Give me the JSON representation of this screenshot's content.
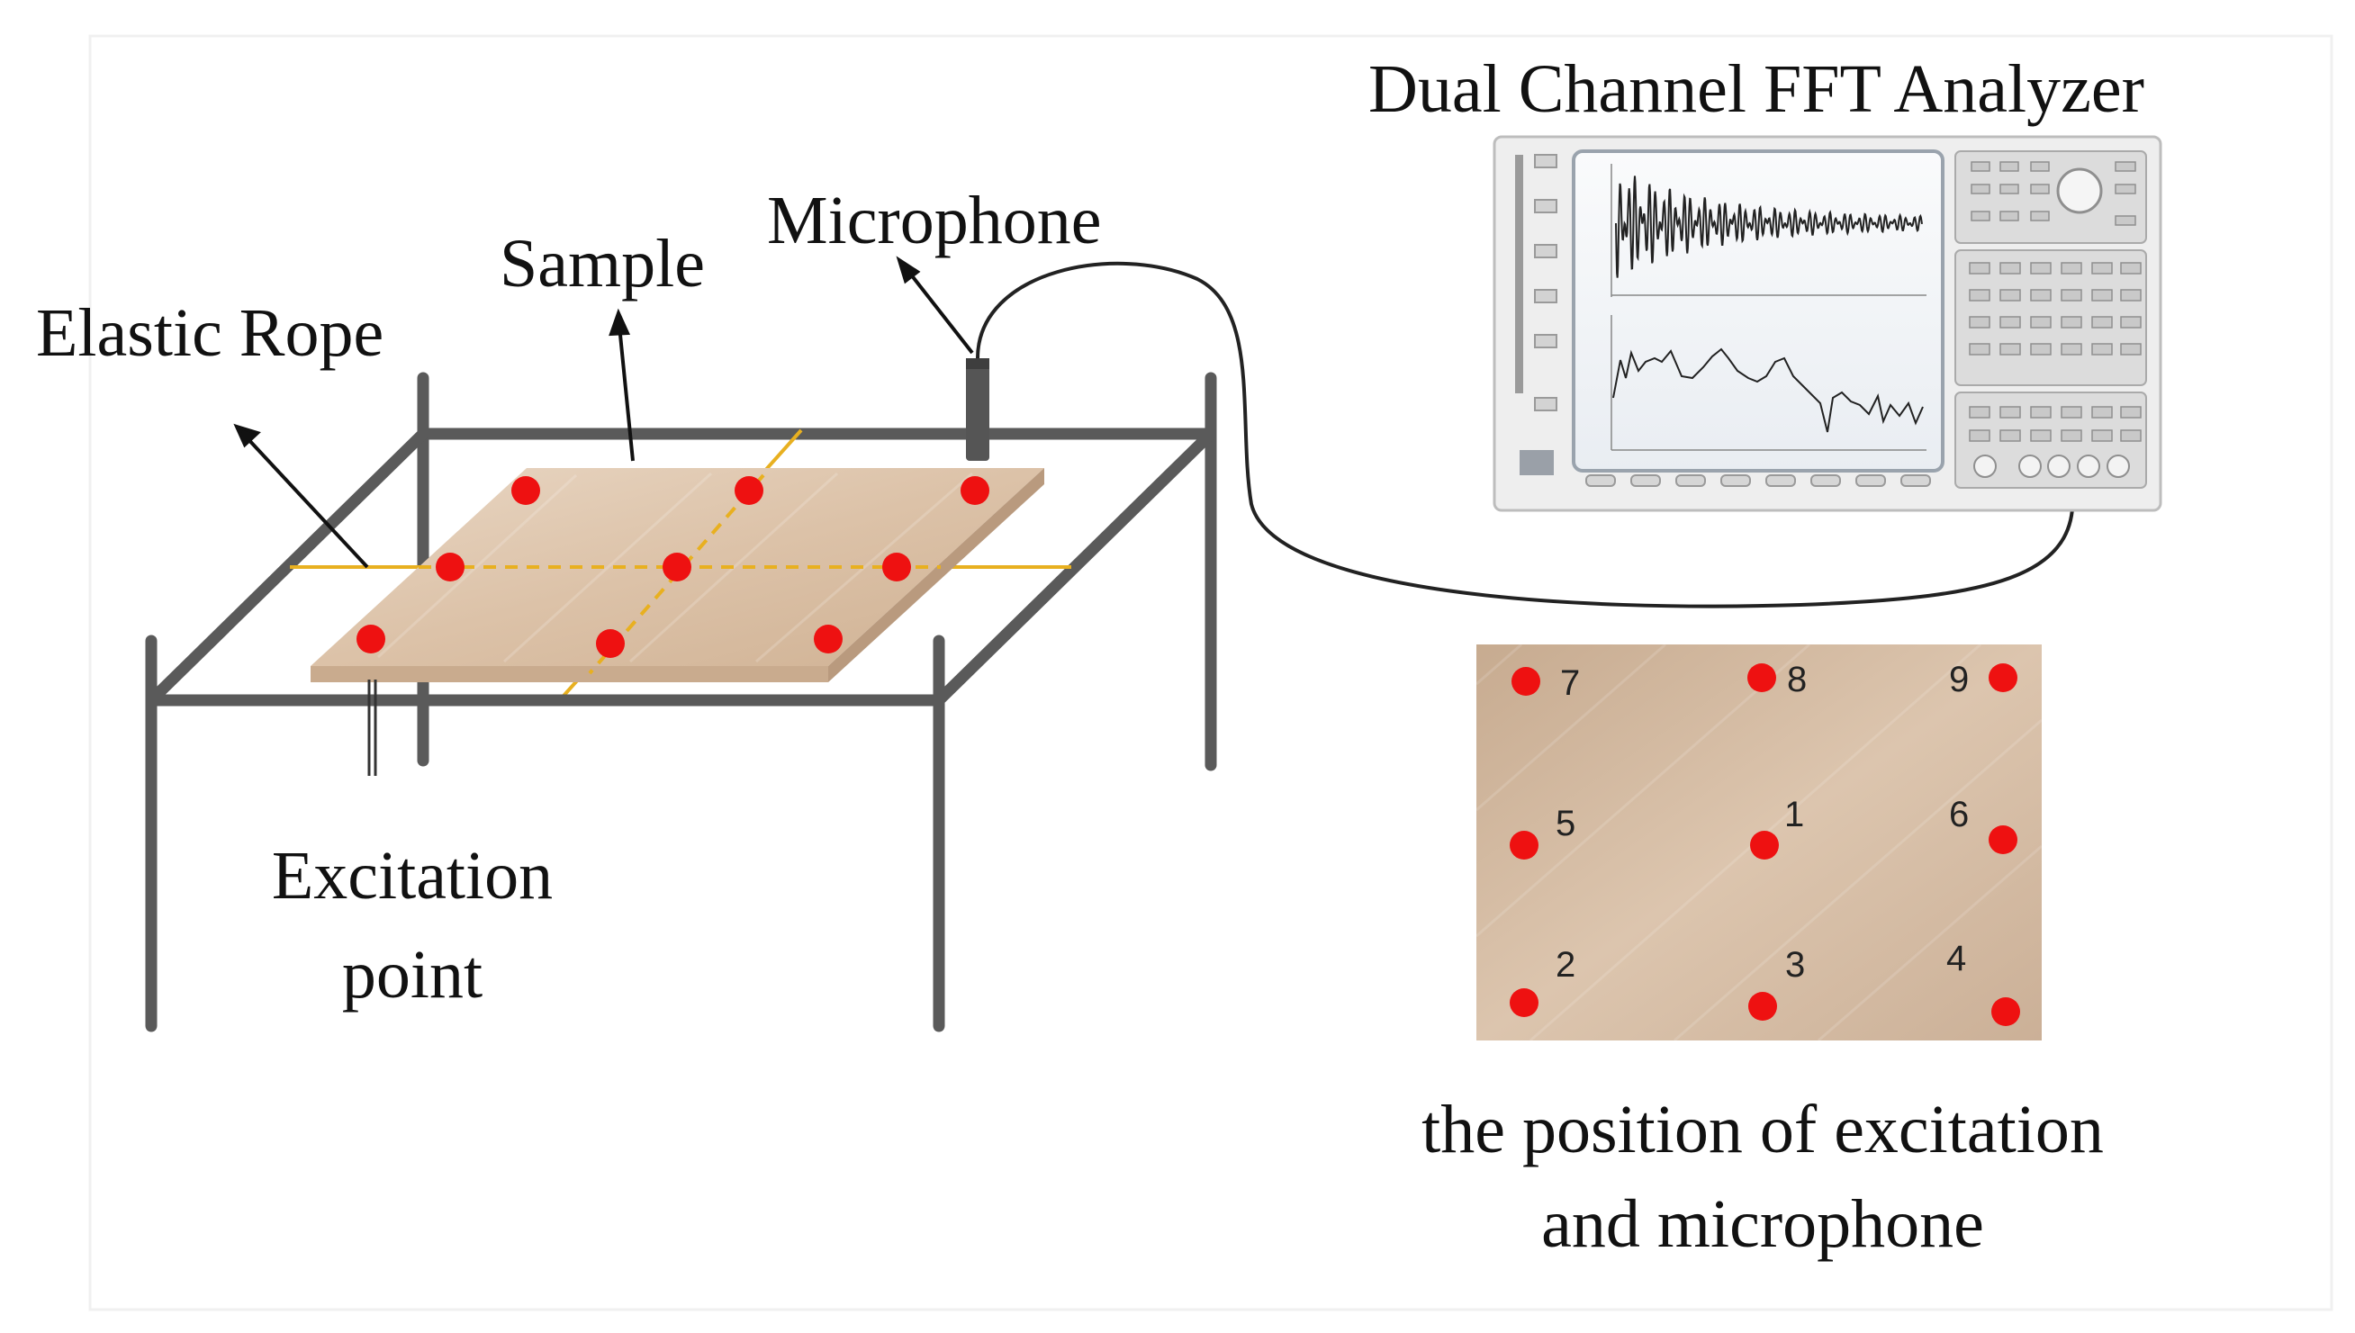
{
  "labels": {
    "analyzer_title": "Dual Channel FFT Analyzer",
    "microphone": "Microphone",
    "sample": "Sample",
    "elastic_rope": "Elastic Rope",
    "excitation_line1": "Excitation",
    "excitation_line2": "point",
    "caption_line1": "the position of excitation",
    "caption_line2": "and microphone"
  },
  "grid_numbers": [
    "7",
    "8",
    "9",
    "5",
    "1",
    "6",
    "2",
    "3",
    "4"
  ],
  "colors": {
    "point": "#ee1111",
    "rope": "#e8b020",
    "frame": "#5a5a5a",
    "wood": "#dcc3ab",
    "text": "#111111"
  }
}
